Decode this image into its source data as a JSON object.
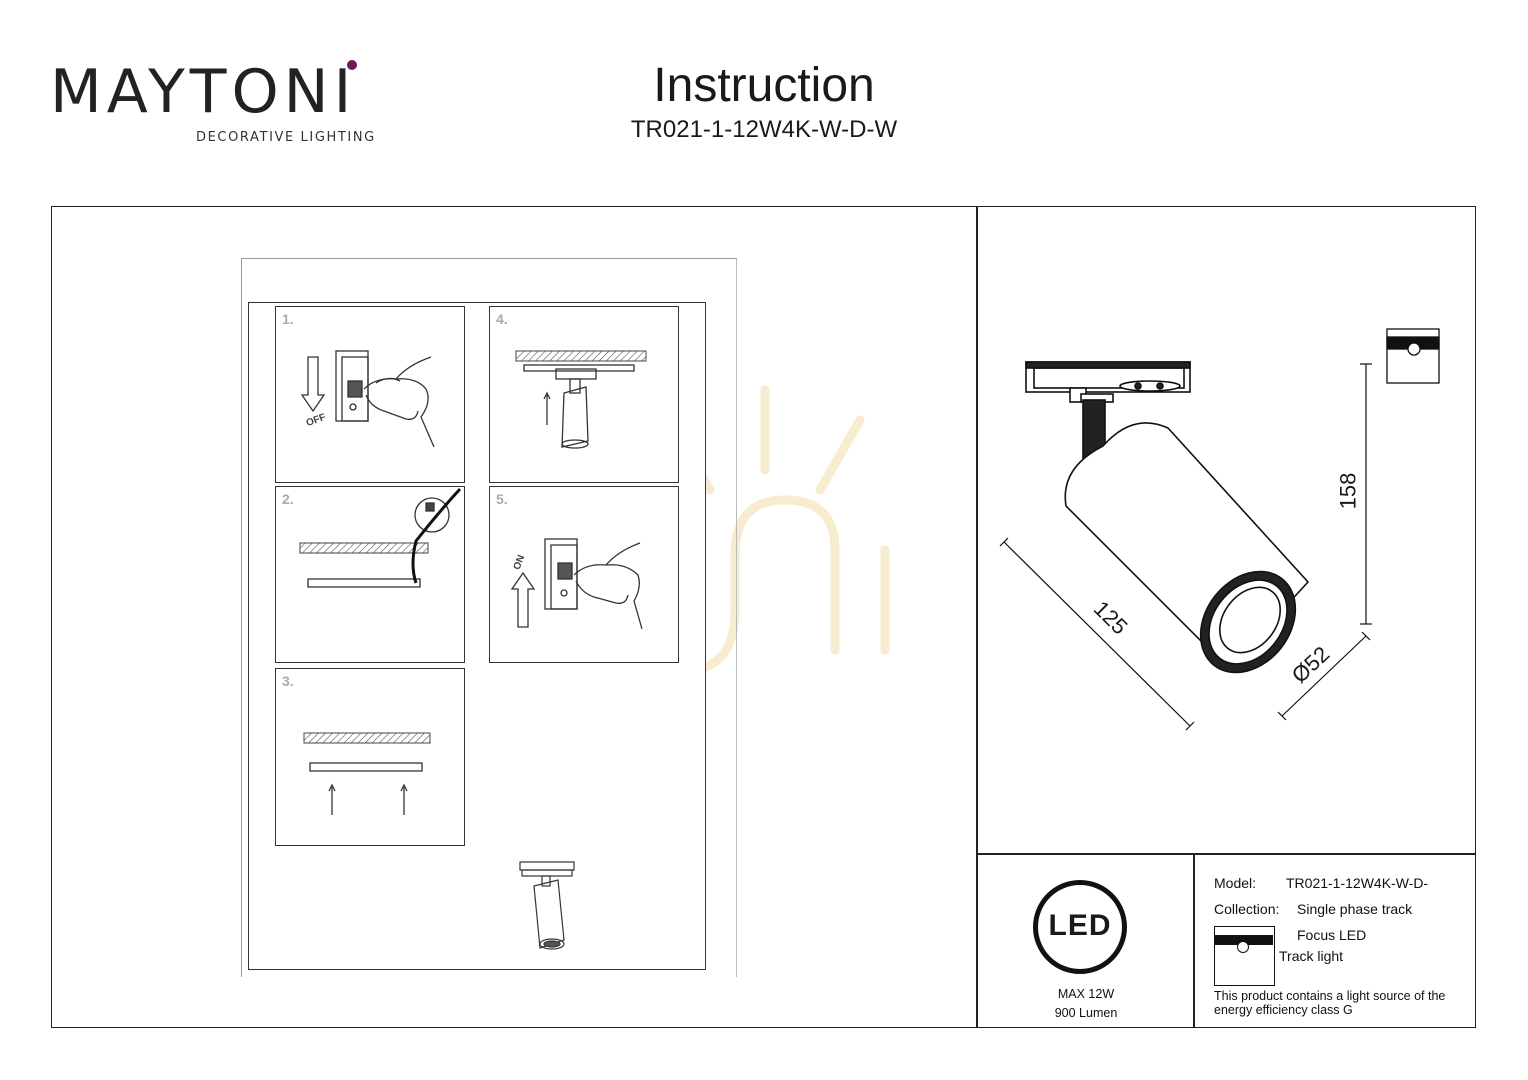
{
  "brand": {
    "name": "MAYTONI",
    "tagline": "DECORATIVE LIGHTING",
    "accent": "#6a1b5e"
  },
  "header": {
    "title": "Instruction",
    "model_code": "TR021-1-12W4K-W-D-W"
  },
  "steps": [
    {
      "number": "1.",
      "label": "OFF"
    },
    {
      "number": "2."
    },
    {
      "number": "3."
    },
    {
      "number": "4."
    },
    {
      "number": "5.",
      "label": "ON"
    }
  ],
  "dimensions": {
    "height": "158",
    "length": "125",
    "diameter": "Ø52"
  },
  "led_badge": {
    "text": "LED",
    "power": "MAX 12W",
    "lumen": "900 Lumen"
  },
  "info": {
    "model_label": "Model:",
    "model_value": "TR021-1-12W4K-W-D-",
    "collection_label": "Collection:",
    "collection_value1": "Single phase track",
    "collection_value2": "Focus LED",
    "type_value": "Track light",
    "energy_text": "This product contains a light source of the energy efficiency class G"
  }
}
